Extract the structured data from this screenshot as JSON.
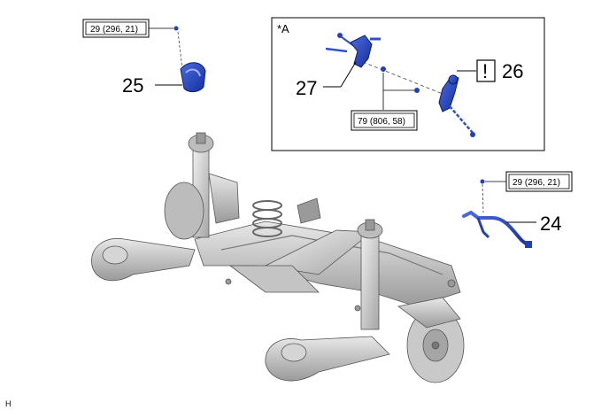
{
  "torque_specs": {
    "t1": "29 (296, 21)",
    "t2": "29 (296, 21)",
    "t3": "79 (806, 58)"
  },
  "callouts": {
    "c24": "24",
    "c25": "25",
    "c26": "26",
    "c27": "27"
  },
  "inset": {
    "label": "*A"
  },
  "caution": {
    "symbol": "!"
  },
  "corner_mark": "H",
  "colors": {
    "part_highlight": "#1f3fbf",
    "subframe": "#b9b9b9",
    "outline": "#000000"
  }
}
